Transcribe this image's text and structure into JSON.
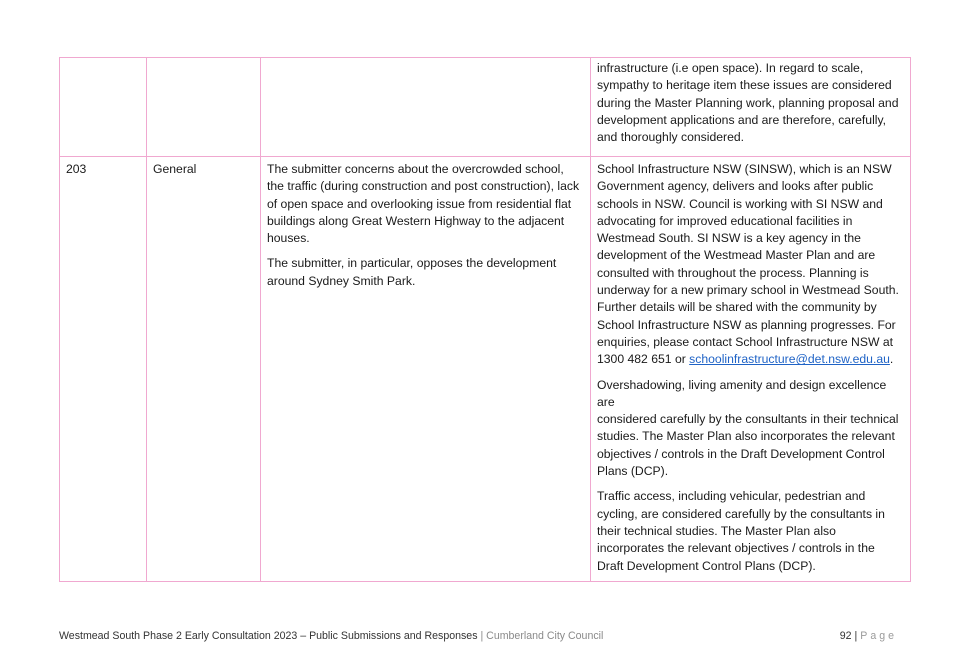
{
  "table": {
    "row_continued": {
      "response_lines": [
        "infrastructure (i.e open space).  In regard to scale,",
        "sympathy to heritage item these issues are considered",
        "during the Master Planning work, planning proposal and",
        "development applications and are therefore, carefully,",
        "and thoroughly considered."
      ]
    },
    "row_203": {
      "number": "203",
      "category": "General",
      "submission_p1_lines": [
        "The submitter concerns about the overcrowded school,",
        "the traffic (during construction and post construction), lack",
        "of open space and overlooking issue from residential flat",
        "buildings along Great Western Highway to the adjacent",
        "houses."
      ],
      "submission_p2_lines": [
        "The submitter, in particular, opposes the development",
        "around Sydney Smith Park."
      ],
      "response_p1_lines": [
        "School Infrastructure NSW (SINSW), which is an NSW",
        "Government agency, delivers and looks after public",
        "schools in NSW. Council is working with SI NSW and",
        "advocating for improved educational facilities in",
        "Westmead South. SI NSW is a key agency in the",
        "development of the Westmead Master Plan and are",
        "consulted with throughout the process. Planning is",
        "underway for a new primary school in Westmead South.",
        "Further details will be shared with the community by",
        "School Infrastructure NSW as planning progresses. For",
        "enquiries, please contact School Infrastructure NSW at"
      ],
      "response_p1_last_prefix": "1300 482 651 or ",
      "response_p1_email": "schoolinfrastructure@det.nsw.edu.au",
      "response_p1_last_suffix": ".",
      "response_p2_lines": [
        "Overshadowing, living amenity and design excellence are",
        "considered carefully by the consultants in their technical",
        "studies. The Master Plan also incorporates the relevant",
        "objectives / controls in the Draft Development Control",
        "Plans (DCP)."
      ],
      "response_p3_lines": [
        "Traffic access, including vehicular, pedestrian and",
        "cycling, are considered carefully by the consultants in",
        "their technical studies. The Master Plan also",
        "incorporates the relevant objectives / controls in the",
        "Draft Development Control Plans (DCP)."
      ]
    }
  },
  "footer": {
    "document_title": "Westmead South Phase 2 Early Consultation 2023 – Public Submissions and Responses",
    "separator": "|",
    "organisation": "Cumberland City Council",
    "page_number": "92",
    "page_separator": "|",
    "page_word": "Page"
  }
}
